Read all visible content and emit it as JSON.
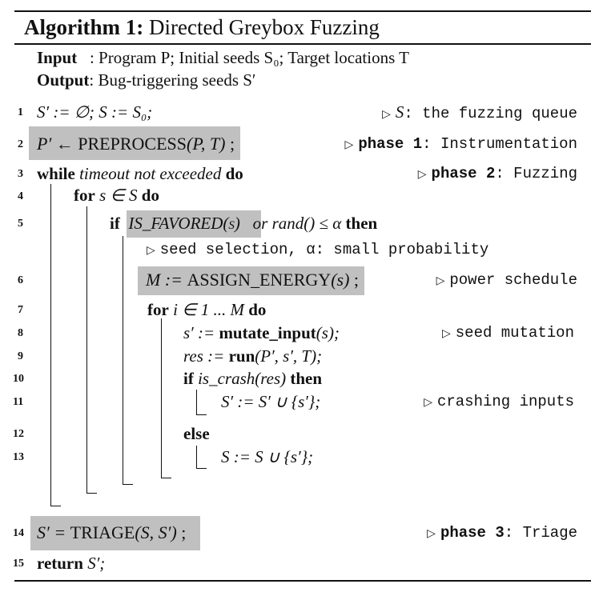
{
  "title": {
    "label": "Algorithm 1:",
    "name": "Directed Greybox Fuzzing"
  },
  "io": {
    "input_label": "Input",
    "input_text": "Program P; Initial seeds S₀; Target locations T",
    "output_label": "Output",
    "output_text": "Bug-triggering seeds S′"
  },
  "lines": [
    {
      "n": "1",
      "code": "S′ := ∅; S := S₀;",
      "comment_var": "S",
      "comment": ": the fuzzing queue"
    },
    {
      "n": "2",
      "code_a": "P′ ← ",
      "fn": "PREPROCESS",
      "code_b": "(P, T)",
      "tail": " ;",
      "phase": "phase 1",
      "comment": ": Instrumentation"
    },
    {
      "n": "3",
      "kw": "while",
      "cond": "timeout not exceeded",
      "kw2": "do",
      "phase": "phase 2",
      "comment": ": Fuzzing"
    },
    {
      "n": "4",
      "kw": "for",
      "mid": "s ∈ S",
      "kw2": "do"
    },
    {
      "n": "5",
      "kw": "if",
      "fn": "IS_FAVORED(s)",
      "mid": "or rand() ≤ α",
      "kw2": "then",
      "comment": "seed selection, α: small probability"
    },
    {
      "n": "6",
      "code_a": "M := ",
      "fn": "ASSIGN_ENERGY",
      "code_b": "(s)",
      "tail": " ;",
      "comment": "power schedule"
    },
    {
      "n": "7",
      "kw": "for",
      "mid": "i ∈ 1 ... M",
      "kw2": "do"
    },
    {
      "n": "8",
      "code_a": "s′ := ",
      "fn": "mutate_input",
      "code_b": "(s);",
      "comment": "seed mutation"
    },
    {
      "n": "9",
      "code_a": "res := ",
      "fn": "run",
      "code_b": "(P′, s′, T);"
    },
    {
      "n": "10",
      "kw": "if",
      "cond": "is_crash(res)",
      "kw2": "then"
    },
    {
      "n": "11",
      "code": "S′ := S′ ∪ {s′};",
      "comment": "crashing inputs"
    },
    {
      "n": "12",
      "kw": "else"
    },
    {
      "n": "13",
      "code": "S := S ∪ {s′};"
    },
    {
      "n": "14",
      "code_a": "S′ = ",
      "fn": "TRIAGE",
      "code_b": "(S, S′)",
      "tail": " ;",
      "phase": "phase 3",
      "comment": ": Triage"
    },
    {
      "n": "15",
      "kw": "return",
      "code": "S′;"
    }
  ]
}
